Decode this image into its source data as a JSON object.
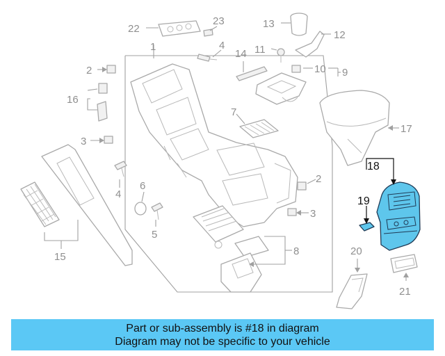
{
  "callouts": {
    "c1": "1",
    "c2a": "2",
    "c2b": "2",
    "c3a": "3",
    "c3b": "3",
    "c4a": "4",
    "c4b": "4",
    "c5": "5",
    "c6": "6",
    "c7": "7",
    "c8": "8",
    "c9": "9",
    "c10": "10",
    "c11": "11",
    "c12": "12",
    "c13": "13",
    "c14": "14",
    "c15": "15",
    "c16": "16",
    "c17": "17",
    "c18": "18",
    "c19": "19",
    "c20": "20",
    "c21": "21",
    "c22": "22",
    "c23": "23"
  },
  "highlight": {
    "part_number": "18",
    "color": "#5bc8f5"
  },
  "banner": {
    "line1": "Part or sub-assembly is #18 in diagram",
    "line2": "Diagram may not be specific to your vehicle"
  }
}
